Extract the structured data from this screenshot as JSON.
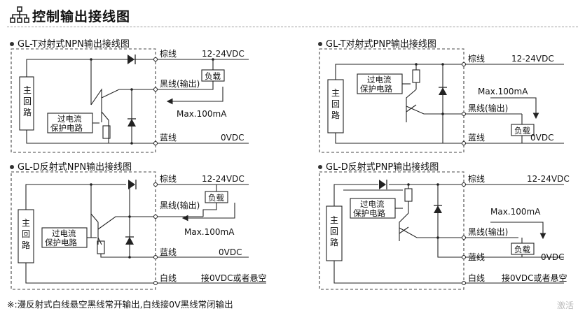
{
  "header": {
    "title": "控制输出接线图",
    "icon": "sitemap-icon"
  },
  "diagrams": [
    {
      "title": "GL-T对射式NPN输出接线图",
      "main_circuit": [
        "主",
        "回",
        "路"
      ],
      "protect": [
        "过电流",
        "保护电路"
      ],
      "load": "负载",
      "brown": "棕线",
      "brown_v": "12-24VDC",
      "black": "黑线(输出)",
      "max": "Max.100mA",
      "blue": "蓝线",
      "blue_v": "0VDC"
    },
    {
      "title": "GL-T对射式PNP输出接线图",
      "main_circuit": [
        "主",
        "回",
        "路"
      ],
      "protect": [
        "过电流",
        "保护电路"
      ],
      "load": "负载",
      "brown": "棕线",
      "brown_v": "12-24VDC",
      "black": "黑线(输出)",
      "max": "Max.100mA",
      "blue": "蓝线",
      "blue_v": "0VDC"
    },
    {
      "title": "GL-D反射式NPN输出接线图",
      "main_circuit": [
        "主",
        "回",
        "路"
      ],
      "protect": [
        "过电流",
        "保护电路"
      ],
      "load": "负载",
      "brown": "棕线",
      "brown_v": "12-24VDC",
      "black": "黑线(输出)",
      "max": "Max.100mA",
      "blue": "蓝线",
      "blue_v": "0VDC",
      "white": "白线",
      "white_v": "接0VDC或者悬空"
    },
    {
      "title": "GL-D反射式PNP输出接线图",
      "main_circuit": [
        "主",
        "回",
        "路"
      ],
      "protect": [
        "过电流",
        "保护电路"
      ],
      "load": "负载",
      "brown": "棕线",
      "brown_v": "12-24VDC",
      "black": "黑线(输出)",
      "max": "Max.100mA",
      "blue": "蓝线",
      "blue_v": "0VDC",
      "white": "白线",
      "white_v": "接0VDC或者悬空"
    }
  ],
  "note": "※:漫反射式白线悬空黑线常开输出,白线接0V黑线常闭输出",
  "watermark": "激活"
}
